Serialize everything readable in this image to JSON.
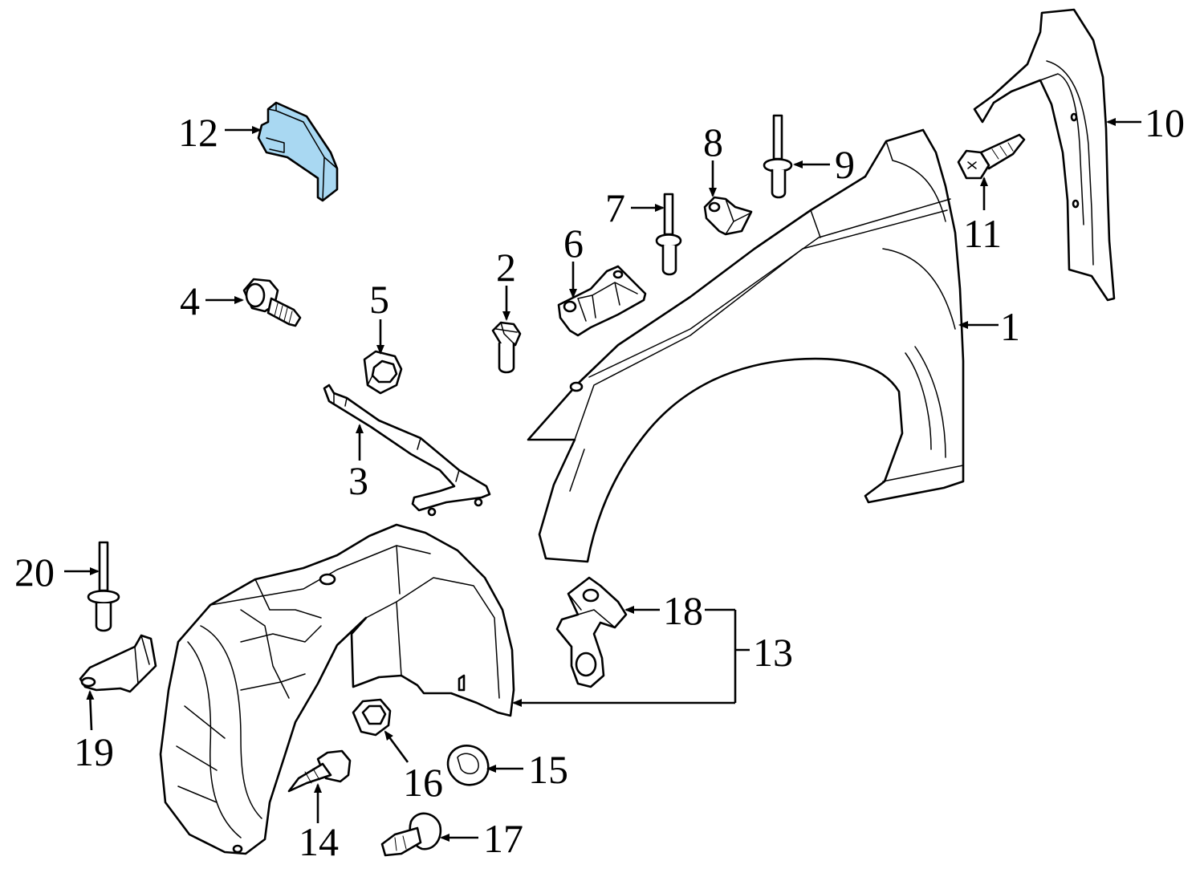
{
  "diagram": {
    "highlight_color": "#a9d8f2",
    "callouts": [
      {
        "key": "c1",
        "label": "1"
      },
      {
        "key": "c2",
        "label": "2"
      },
      {
        "key": "c3",
        "label": "3"
      },
      {
        "key": "c4",
        "label": "4"
      },
      {
        "key": "c5",
        "label": "5"
      },
      {
        "key": "c6",
        "label": "6"
      },
      {
        "key": "c7",
        "label": "7"
      },
      {
        "key": "c8",
        "label": "8"
      },
      {
        "key": "c9",
        "label": "9"
      },
      {
        "key": "c10",
        "label": "10"
      },
      {
        "key": "c11",
        "label": "11"
      },
      {
        "key": "c12",
        "label": "12"
      },
      {
        "key": "c13",
        "label": "13"
      },
      {
        "key": "c14",
        "label": "14"
      },
      {
        "key": "c15",
        "label": "15"
      },
      {
        "key": "c16",
        "label": "16"
      },
      {
        "key": "c17",
        "label": "17"
      },
      {
        "key": "c18",
        "label": "18"
      },
      {
        "key": "c19",
        "label": "19"
      },
      {
        "key": "c20",
        "label": "20"
      }
    ]
  }
}
